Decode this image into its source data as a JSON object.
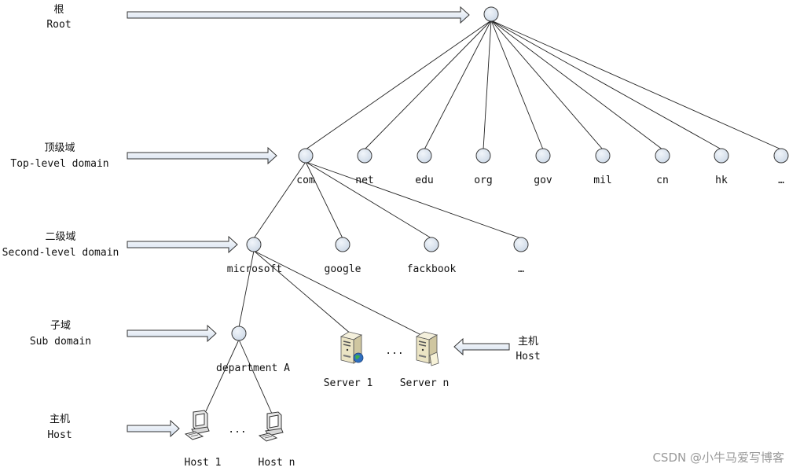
{
  "levels": [
    {
      "zh": "根",
      "en": "Root"
    },
    {
      "zh": "顶级域",
      "en": "Top-level domain"
    },
    {
      "zh": "二级域",
      "en": "Second-level domain"
    },
    {
      "zh": "子域",
      "en": "Sub domain"
    },
    {
      "zh": "主机",
      "en": "Host"
    }
  ],
  "top_level_domains": [
    "com",
    "net",
    "edu",
    "org",
    "gov",
    "mil",
    "cn",
    "hk",
    "…"
  ],
  "second_level_domains": [
    "microsoft",
    "google",
    "fackbook",
    "…"
  ],
  "sub_domain": "department A",
  "servers": [
    "Server 1",
    "Server n"
  ],
  "server_ellipsis": "...",
  "hosts": [
    "Host 1",
    "Host n"
  ],
  "host_ellipsis": "...",
  "right_host_label": {
    "zh": "主机",
    "en": "Host"
  },
  "watermark": "CSDN @小牛马爱写博客",
  "colors": {
    "node_fill": "#dde6f0",
    "node_stroke": "#3a3a3a",
    "arrow_fill": "#e4ecf6",
    "line": "#222222"
  }
}
